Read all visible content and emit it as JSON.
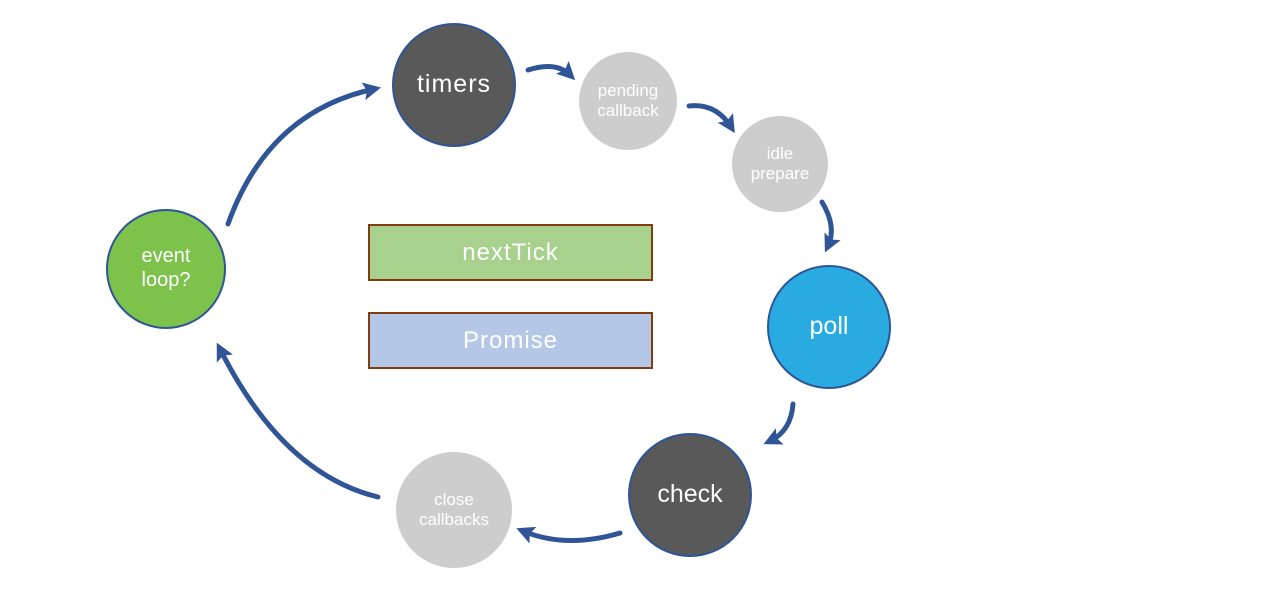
{
  "diagram": {
    "kind": "flow-diagram",
    "background": "#ffffff",
    "arrow_color": "#2f5597",
    "nodes": [
      {
        "id": "timers",
        "label": "timers",
        "shape": "circle",
        "fill": "#595959",
        "border": "#2e5597",
        "text_color": "#ffffff"
      },
      {
        "id": "pending-callback",
        "label": "pending callback",
        "shape": "circle",
        "fill": "#cdcdcd",
        "border": "none",
        "text_color": "#ffffff"
      },
      {
        "id": "idle-prepare",
        "label": "idle prepare",
        "shape": "circle",
        "fill": "#cdcdcd",
        "border": "none",
        "text_color": "#ffffff"
      },
      {
        "id": "poll",
        "label": "poll",
        "shape": "circle",
        "fill": "#29abe2",
        "border": "#2e5597",
        "text_color": "#ffffff"
      },
      {
        "id": "check",
        "label": "check",
        "shape": "circle",
        "fill": "#595959",
        "border": "#2e5597",
        "text_color": "#ffffff"
      },
      {
        "id": "close-callbacks",
        "label": "close callbacks",
        "shape": "circle",
        "fill": "#cdcdcd",
        "border": "none",
        "text_color": "#ffffff"
      },
      {
        "id": "event-loop",
        "label": "event loop?",
        "shape": "circle",
        "fill": "#7cc24b",
        "border": "#2e5597",
        "text_color": "#ffffff"
      }
    ],
    "boxes": [
      {
        "id": "nexttick",
        "label": "nextTick",
        "shape": "rect",
        "fill": "#a9d18e",
        "border": "#843c0c",
        "text_color": "#ffffff"
      },
      {
        "id": "promise",
        "label": "Promise",
        "shape": "rect",
        "fill": "#b4c7e7",
        "border": "#843c0c",
        "text_color": "#ffffff"
      }
    ],
    "edges": [
      {
        "from": "event-loop",
        "to": "timers"
      },
      {
        "from": "timers",
        "to": "pending-callback"
      },
      {
        "from": "pending-callback",
        "to": "idle-prepare"
      },
      {
        "from": "idle-prepare",
        "to": "poll"
      },
      {
        "from": "poll",
        "to": "check"
      },
      {
        "from": "check",
        "to": "close-callbacks"
      },
      {
        "from": "close-callbacks",
        "to": "event-loop"
      }
    ]
  }
}
